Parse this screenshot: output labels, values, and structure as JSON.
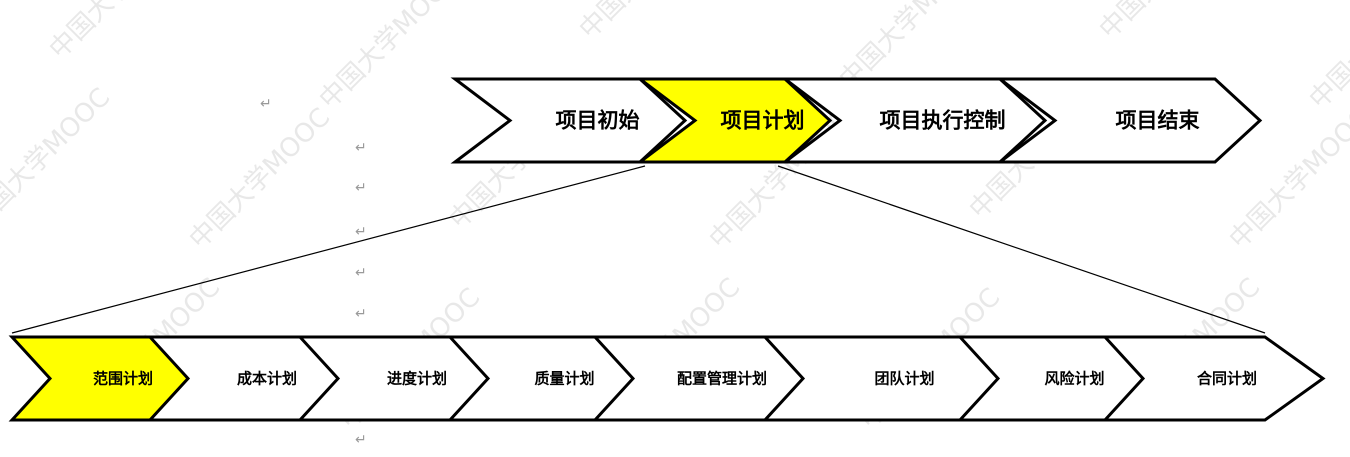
{
  "watermark": {
    "text": "中国大学MOOC"
  },
  "paragraph_mark": "↵",
  "colors": {
    "highlight": "#ffff00",
    "normal": "#ffffff",
    "stroke": "#000000"
  },
  "top_phases": [
    {
      "label": "项目初始",
      "highlighted": false
    },
    {
      "label": "项目计划",
      "highlighted": true
    },
    {
      "label": "项目执行控制",
      "highlighted": false
    },
    {
      "label": "项目结束",
      "highlighted": false
    }
  ],
  "plan_steps": [
    {
      "label": "范围计划",
      "highlighted": true
    },
    {
      "label": "成本计划",
      "highlighted": false
    },
    {
      "label": "进度计划",
      "highlighted": false
    },
    {
      "label": "质量计划",
      "highlighted": false
    },
    {
      "label": "配置管理计划",
      "highlighted": false
    },
    {
      "label": "团队计划",
      "highlighted": false
    },
    {
      "label": "风险计划",
      "highlighted": false
    },
    {
      "label": "合同计划",
      "highlighted": false
    }
  ]
}
